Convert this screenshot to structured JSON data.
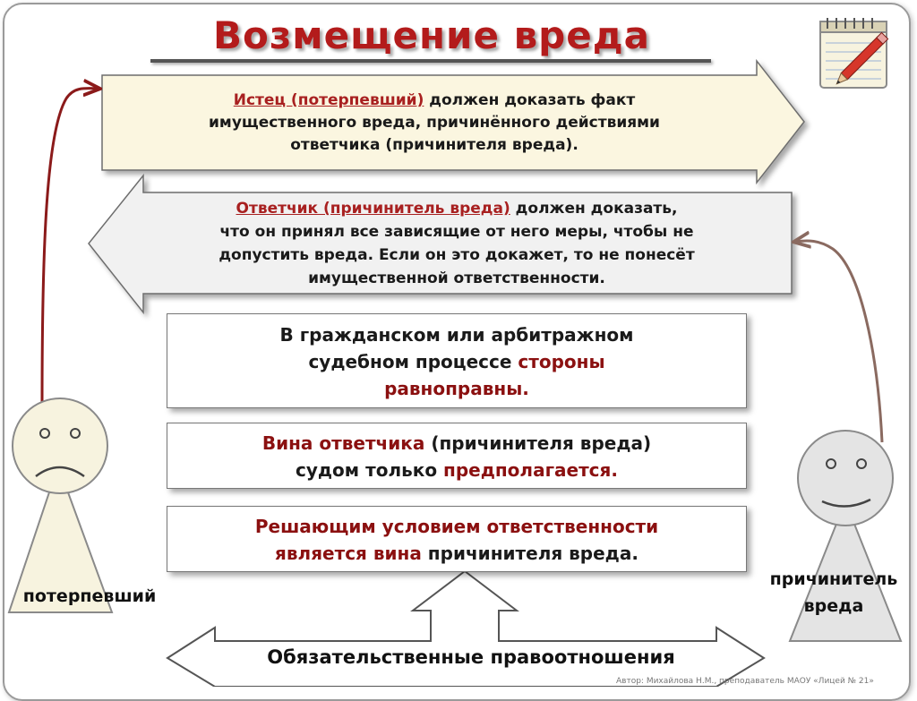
{
  "title": "Возмещение вреда",
  "arrow_top": {
    "highlight": "Истец (потерпевший)",
    "line1_rest": " должен доказать факт",
    "line2": "имущественного вреда, причинённого действиями",
    "line3": "ответчика (причинителя вреда)."
  },
  "arrow_second": {
    "highlight": "Ответчик (причинитель вреда)",
    "line1_rest": " должен доказать,",
    "line2": "что он принял все зависящие от него меры, чтобы не",
    "line3": "допустить вреда. Если он это докажет, то не понесёт",
    "line4": "имущественной ответственности."
  },
  "box1": {
    "line1": "В гражданском или арбитражном",
    "line2_a": "судебном процессе ",
    "line2_b": "стороны",
    "line3": "равноправны."
  },
  "box2": {
    "line1_a": "Вина ответчика",
    "line1_b": " (причинителя вреда)",
    "line2_a": "судом только ",
    "line2_b": "предполагается."
  },
  "box3": {
    "line1": "Решающим условием ответственности",
    "line2_a": "является вина",
    "line2_b": " причинителя вреда."
  },
  "figure_left_label": "потерпевший",
  "figure_right_label_1": "причинитель",
  "figure_right_label_2": "вреда",
  "bottom_label": "Обязательственные правоотношения",
  "footer": "Автор: Михайлова Н.М., преподаватель МАОУ «Лицей № 21»",
  "colors": {
    "title": "#b31b1b",
    "highlight": "#a82020",
    "arrow_top_fill": "#fbf6e0",
    "arrow_second_fill": "#f1f1f1",
    "left_arrow_line": "#8b1a1a",
    "right_arrow_line": "#8a6a60"
  },
  "icons": [
    "notepad-pencil-icon",
    "sad-face-icon",
    "smile-face-icon"
  ]
}
